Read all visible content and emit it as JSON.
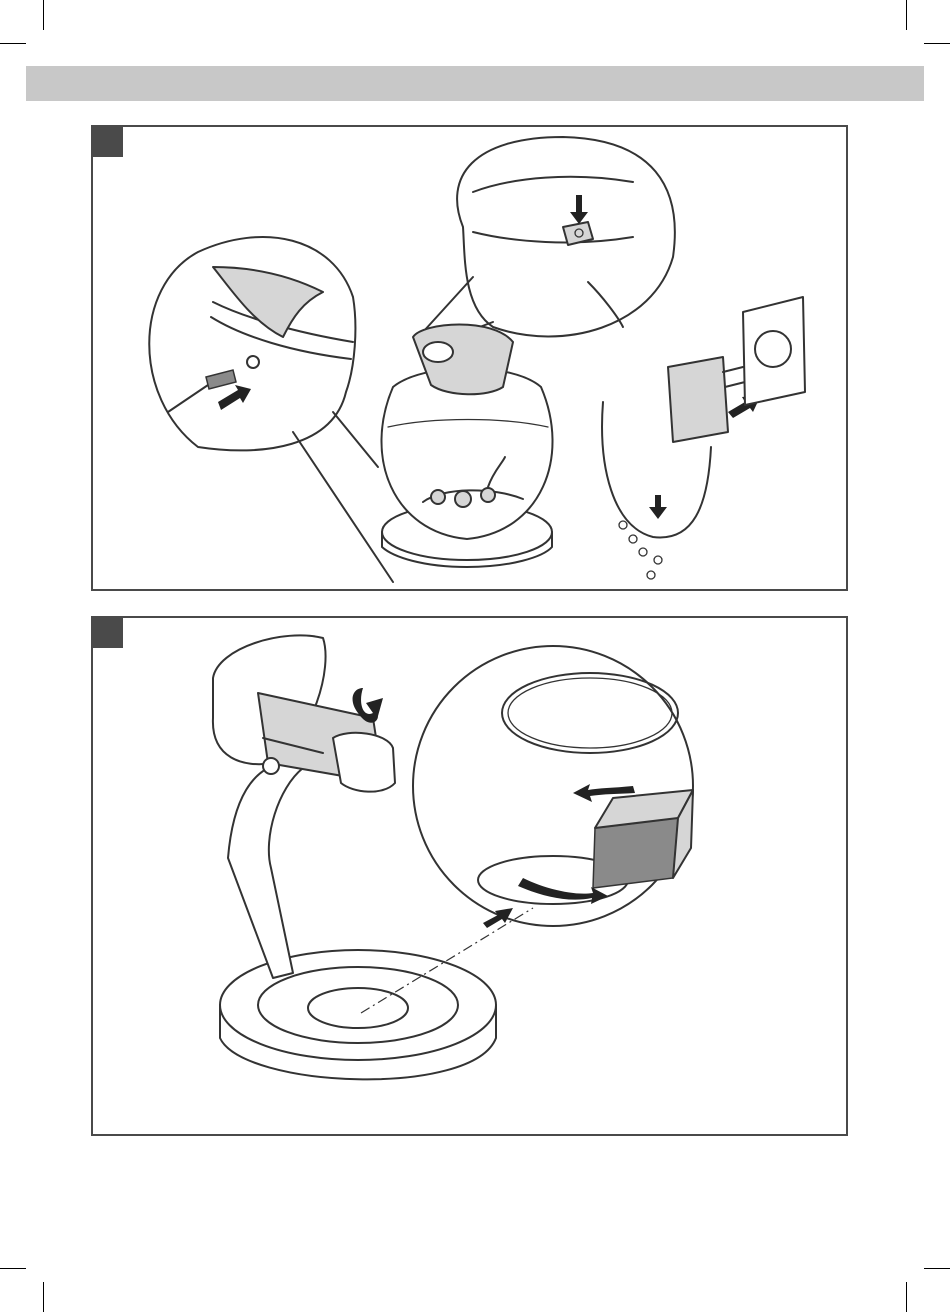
{
  "page": {
    "header_bar_color": "#c8c8c8",
    "panel_border_color": "#4a4a4a"
  },
  "panels": [
    {
      "id": "panel-1",
      "content": "pump-power-connection-illustration",
      "icons": [
        "power-plug-icon",
        "power-button-icon",
        "power-adapter-icon",
        "wall-socket-icon",
        "water-drop-icon"
      ]
    },
    {
      "id": "panel-2",
      "content": "pump-filter-assembly-illustration",
      "icons": [
        "pump-unit-icon",
        "filter-sponge-icon",
        "rotation-arrow-icon"
      ]
    }
  ]
}
